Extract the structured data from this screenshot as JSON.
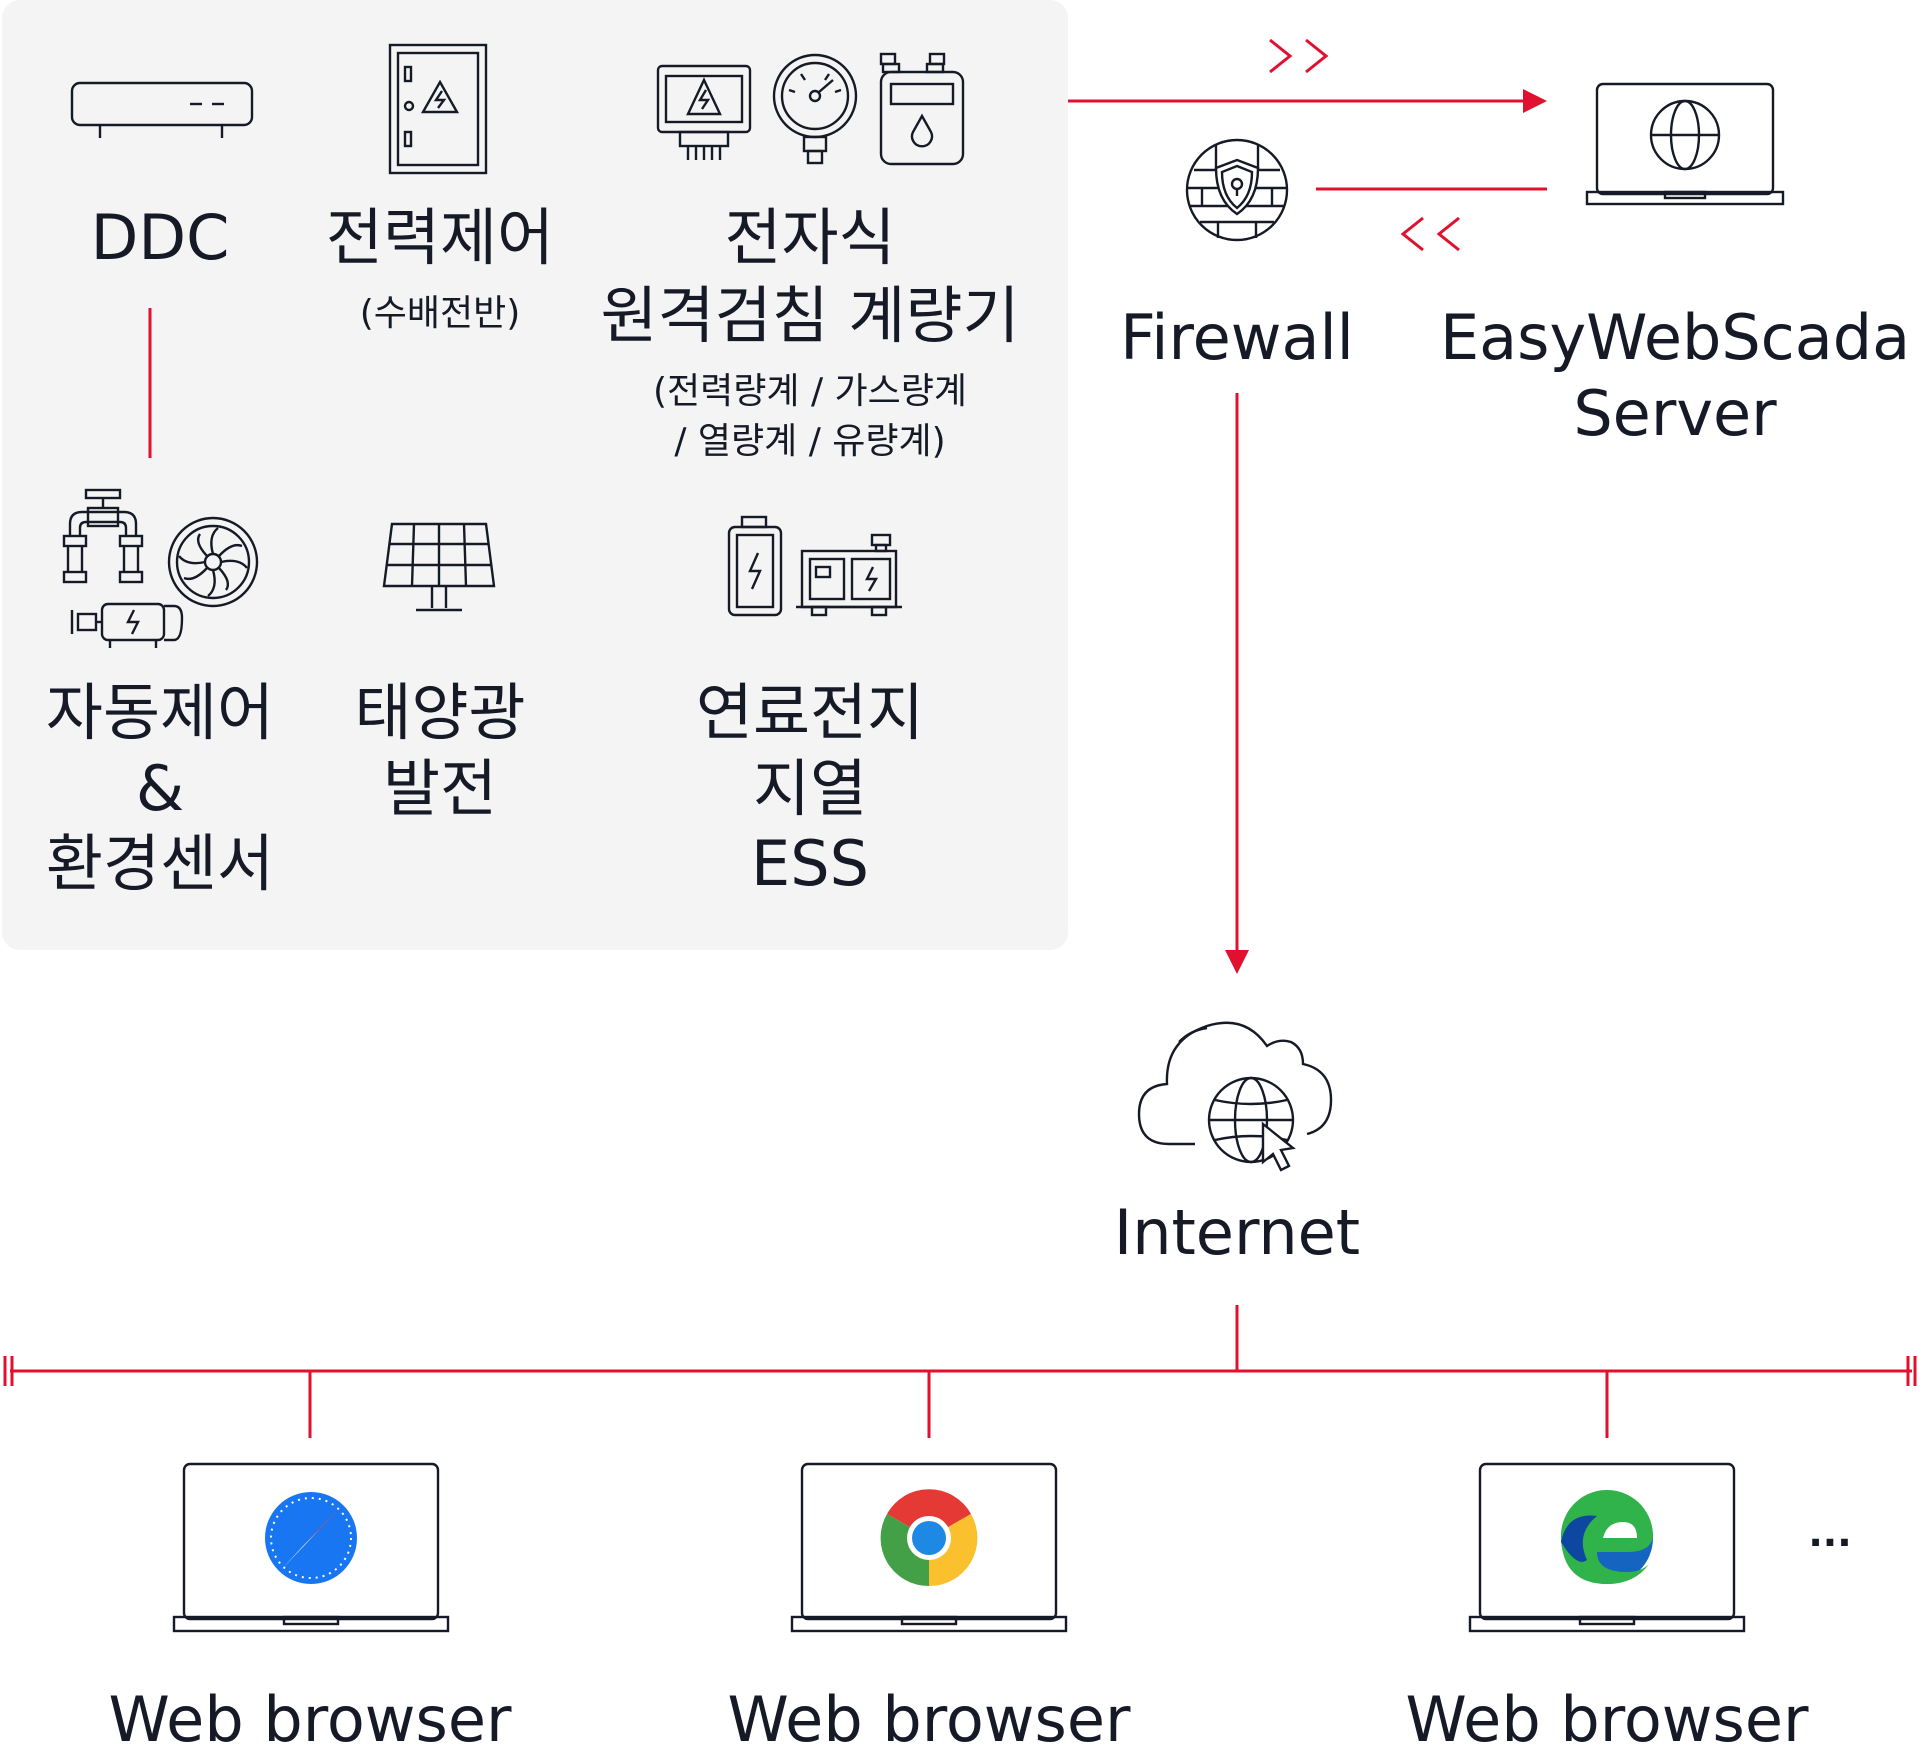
{
  "colors": {
    "accent": "#e0102e",
    "panel_bg": "#f4f4f4",
    "ink": "#151a26"
  },
  "devices": {
    "ddc": {
      "label": "DDC",
      "icon": "ddc-controller-icon"
    },
    "power_control": {
      "label": "전력제어",
      "sub": "(수배전반)",
      "icon": "electrical-cabinet-icon"
    },
    "meters": {
      "line1": "전자식",
      "line2": "원격검침 계량기",
      "sub1": "(전력량계 / 가스량계",
      "sub2": "/ 열량계 / 유량계)",
      "icons": [
        "power-meter-icon",
        "pressure-gauge-icon",
        "gas-meter-icon"
      ]
    },
    "automation": {
      "line1": "자동제어",
      "line2": "&",
      "line3": "환경센서",
      "icons": [
        "pipe-valve-icon",
        "fan-icon",
        "motor-icon"
      ]
    },
    "solar": {
      "line1": "태양광",
      "line2": "발전",
      "icon": "solar-panel-icon"
    },
    "fuel_cell": {
      "line1": "연료전지",
      "line2": "지열",
      "line3": "ESS",
      "icons": [
        "battery-icon",
        "generator-icon"
      ]
    }
  },
  "network": {
    "firewall": {
      "label": "Firewall",
      "icon": "firewall-shield-icon"
    },
    "server": {
      "line1": "EasyWebScada",
      "line2": "Server",
      "icon": "laptop-globe-icon"
    },
    "internet": {
      "label": "Internet",
      "icon": "cloud-globe-icon"
    }
  },
  "clients": [
    {
      "label": "Web browser",
      "icon": "safari-icon"
    },
    {
      "label": "Web browser",
      "icon": "chrome-icon"
    },
    {
      "label": "Web browser",
      "icon": "edge-icon"
    }
  ],
  "more": "..."
}
